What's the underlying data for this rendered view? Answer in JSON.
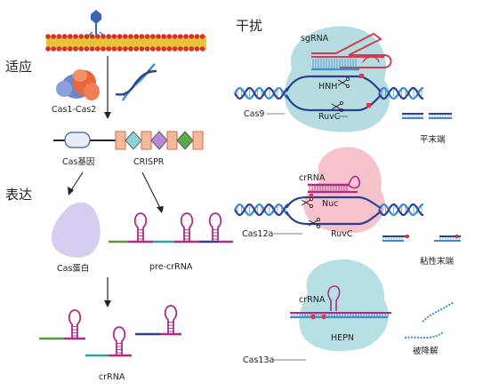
{
  "sections": {
    "adaptation": "适应",
    "expression": "表达",
    "interference": "干扰"
  },
  "labels": {
    "cas1_cas2": "Cas1-Cas2",
    "cas_gene": "Cas基因",
    "crispr": "CRISPR",
    "cas_protein": "Cas蛋白",
    "pre_crrna": "pre-crRNA",
    "crrna": "crRNA",
    "sgrna": "sgRNA",
    "hnh": "HNH",
    "cas9": "Cas9",
    "ruvc": "RuvC",
    "blunt_end": "平末端",
    "crrna_2": "crRNA",
    "nuc": "Nuc",
    "cas12a": "Cas12a",
    "ruvc_2": "RuvC",
    "sticky_end": "粘性末端",
    "crrna_3": "crRNA",
    "hepn": "HEPN",
    "cas13a": "Cas13a",
    "degraded": "被降解"
  },
  "colors": {
    "membrane_head": "#d9302c",
    "membrane_tail": "#e8c23a",
    "cas1": "#e8663a",
    "cas2": "#6f86c9",
    "cas_gene_blob": "#cfc4ef",
    "cas9_blob": "#a7d6dc",
    "cas12a_blob": "#f4b8c3",
    "cas13a_blob": "#a9dbdf",
    "dna_dark": "#2a3f8f",
    "dna_light": "#3a8fcf",
    "rna_magenta": "#b02a8a",
    "rna_red": "#d23c4c",
    "rna_green": "#5a9a3a",
    "rna_teal": "#2aa0a8"
  },
  "icons": [
    "phage-icon",
    "dna-helix-icon",
    "scissors-icon"
  ]
}
